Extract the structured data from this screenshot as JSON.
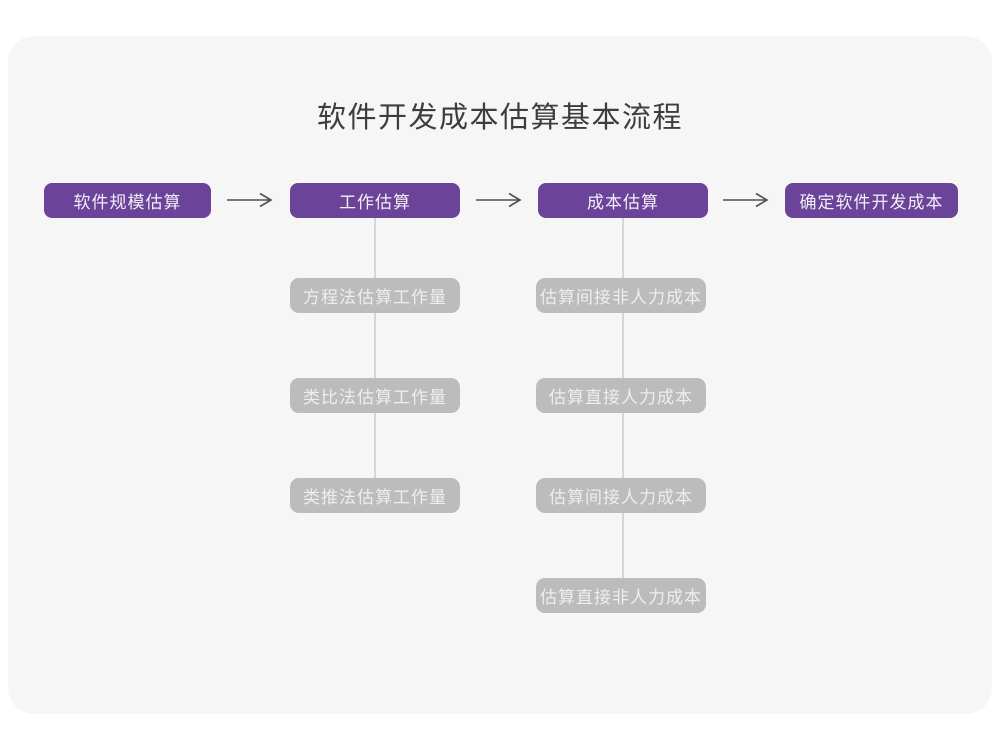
{
  "title": "软件开发成本估算基本流程",
  "colors": {
    "page_bg": "#ffffff",
    "card_bg": "#f6f6f7",
    "primary_box": "#6b4399",
    "primary_text": "#f2eef7",
    "sub_box": "#bcbcbc",
    "sub_text": "#eeeeee",
    "arrow": "#4f4f4f",
    "connector": "#d6d6d6",
    "title_text": "#3d3d3d"
  },
  "main_flow": {
    "steps": [
      {
        "label": "软件规模估算"
      },
      {
        "label": "工作估算"
      },
      {
        "label": "成本估算"
      },
      {
        "label": "确定软件开发成本"
      }
    ]
  },
  "work_estimation": {
    "items": [
      {
        "label": "方程法估算工作量"
      },
      {
        "label": "类比法估算工作量"
      },
      {
        "label": "类推法估算工作量"
      }
    ]
  },
  "cost_estimation": {
    "items": [
      {
        "label": "估算间接非人力成本"
      },
      {
        "label": "估算直接人力成本"
      },
      {
        "label": "估算间接人力成本"
      },
      {
        "label": "估算直接非人力成本"
      }
    ]
  }
}
